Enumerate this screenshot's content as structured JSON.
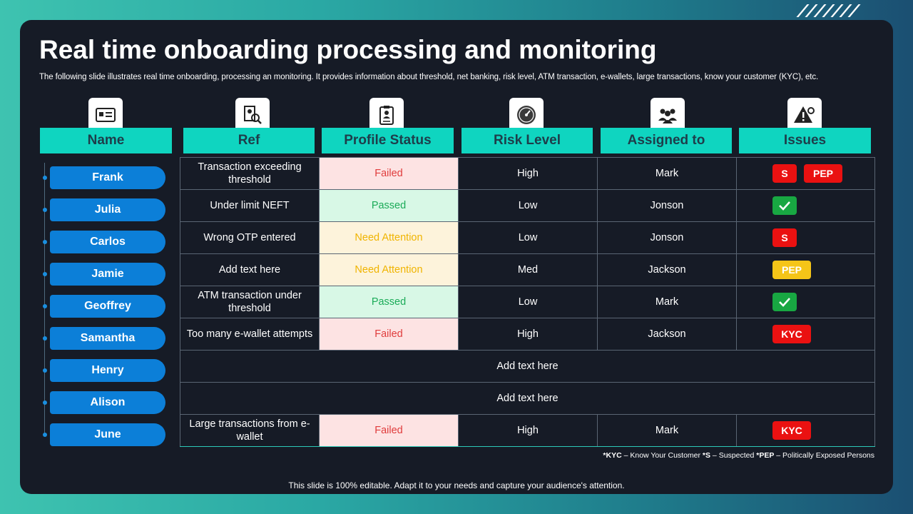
{
  "title": "Real time onboarding processing and monitoring",
  "subtitle": "The following slide illustrates real time onboarding, processing an monitoring. It provides information about threshold, net banking, risk level, ATM  transaction, e-wallets, large transactions, know your customer (KYC), etc.",
  "headers": {
    "name": "Name",
    "ref": "Ref",
    "status": "Profile Status",
    "risk": "Risk Level",
    "assigned": "Assigned to",
    "issues": "Issues"
  },
  "header_icons": [
    "id-card-icon",
    "document-search-icon",
    "profile-clipboard-icon",
    "risk-gauge-icon",
    "team-icon",
    "warning-gear-icon"
  ],
  "names": [
    "Frank",
    "Julia",
    "Carlos",
    "Jamie",
    "Geoffrey",
    "Samantha",
    "Henry",
    "Alison",
    "June"
  ],
  "rows": [
    {
      "ref": "Transaction exceeding threshold",
      "status": "Failed",
      "risk": "High",
      "assigned": "Mark",
      "issues": [
        "S",
        "PEP"
      ]
    },
    {
      "ref": "Under limit NEFT",
      "status": "Passed",
      "risk": "Low",
      "assigned": "Jonson",
      "issues": [
        "check"
      ]
    },
    {
      "ref": "Wrong OTP entered",
      "status": "Need Attention",
      "risk": "Low",
      "assigned": "Jonson",
      "issues": [
        "S"
      ]
    },
    {
      "ref": "Add text here",
      "status": "Need Attention",
      "risk": "Med",
      "assigned": "Jackson",
      "issues": [
        "PEP"
      ]
    },
    {
      "ref": "ATM transaction under threshold",
      "status": "Passed",
      "risk": "Low",
      "assigned": "Mark",
      "issues": [
        "check"
      ]
    },
    {
      "ref": "Too many e-wallet attempts",
      "status": "Failed",
      "risk": "High",
      "assigned": "Jackson",
      "issues": [
        "KYC"
      ]
    },
    {
      "merged": "Add text here"
    },
    {
      "merged": "Add text here"
    },
    {
      "ref": "Large transactions from e-wallet",
      "status": "Failed",
      "risk": "High",
      "assigned": "Mark",
      "issues": [
        "KYC"
      ]
    }
  ],
  "legend": {
    "kyc_key": "*KYC",
    "kyc_text": " – Know Your Customer ",
    "s_key": "*S",
    "s_text": " – Suspected ",
    "pep_key": "*PEP",
    "pep_text": " – Politically  Exposed Persons"
  },
  "footer": "This slide is 100% editable. Adapt it to your needs and capture your audience's attention.",
  "colors": {
    "header_bg": "#0fd5c0",
    "name_pill": "#0c7fd8",
    "failed_bg": "#fde3e3",
    "failed_text": "#e03c3c",
    "passed_bg": "#d8f8e6",
    "passed_text": "#1bab58",
    "attention_bg": "#fdf3db",
    "attention_text": "#f0b400",
    "badge_red": "#ea1111",
    "badge_yellow": "#f5c518",
    "badge_green": "#18a742"
  }
}
